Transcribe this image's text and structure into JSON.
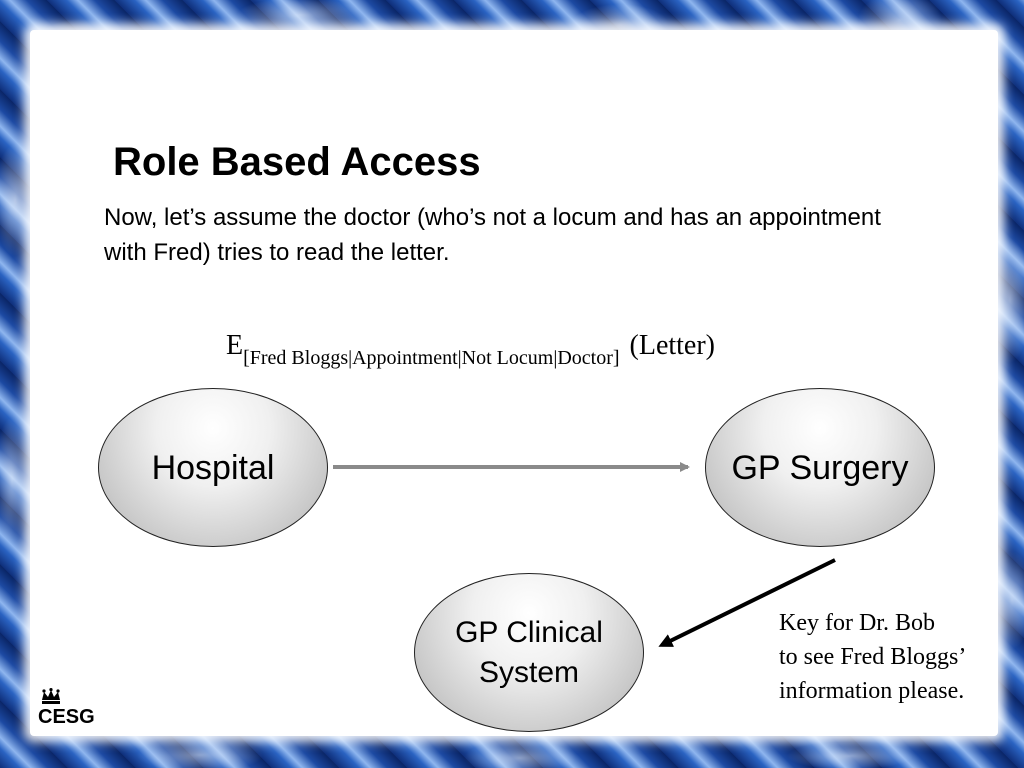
{
  "slide": {
    "title": "Role Based Access",
    "body": "Now, let’s assume the doctor (who’s not a locum and has an appointment with Fred) tries to read the letter.",
    "formula": {
      "main": "E",
      "subscript": "[Fred Bloggs|Appointment|Not Locum|Doctor]",
      "suffix": "(Letter)"
    },
    "nodes": {
      "hospital": "Hospital",
      "gp_surgery": "GP Surgery",
      "gp_clinical_line1": "GP Clinical",
      "gp_clinical_line2": "System"
    },
    "note": {
      "line1": "Key for Dr. Bob",
      "line2": "to see Fred Bloggs’",
      "line3": "information please."
    },
    "logo": {
      "text": "CESG",
      "icon": "crown-icon"
    }
  },
  "colors": {
    "frame": "#1a3f8f",
    "arrow_gray": "#8a8a8a",
    "arrow_black": "#000000"
  }
}
